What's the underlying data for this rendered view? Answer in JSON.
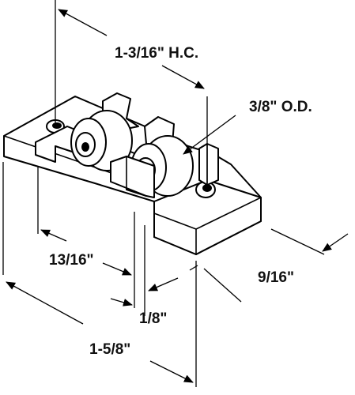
{
  "dimensions": {
    "hole_centers": "1-3/16\" H.C.",
    "wheel_od": "3/8\" O.D.",
    "tab_width": "13/16\"",
    "depth": "9/16\"",
    "slot_gap": "1/8\"",
    "overall_length": "1-5/8\""
  },
  "colors": {
    "line": "#000000",
    "fill": "#ffffff",
    "background": "#ffffff"
  }
}
